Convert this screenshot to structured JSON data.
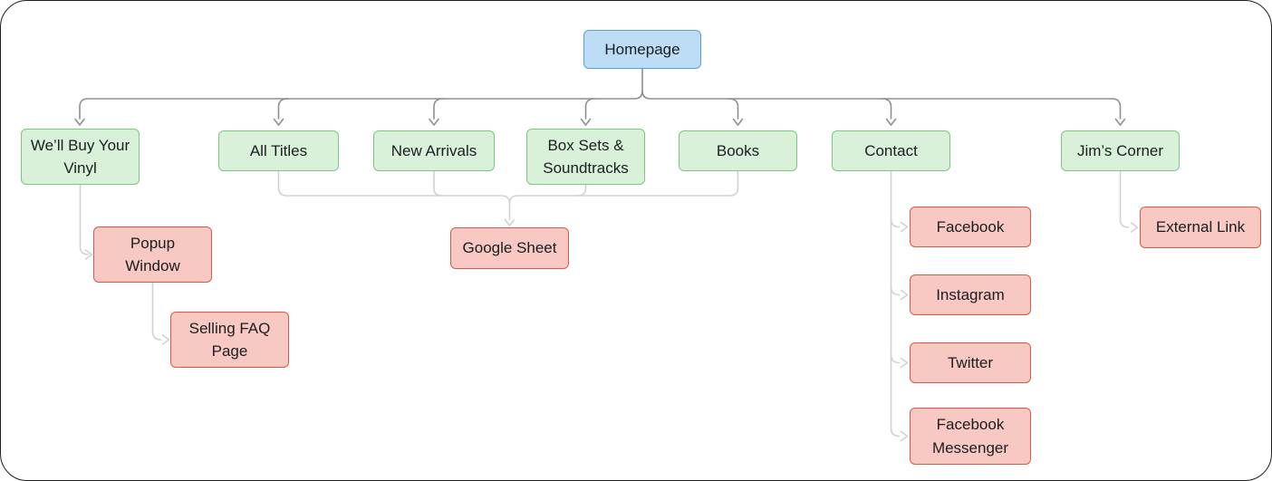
{
  "diagram": {
    "type": "sitemap-flowchart",
    "nodes": {
      "homepage": {
        "label": "Homepage",
        "kind": "root-blue"
      },
      "vinyl": {
        "label": "We’ll Buy Your Vinyl",
        "kind": "section-green"
      },
      "all_titles": {
        "label": "All Titles",
        "kind": "section-green"
      },
      "new_arrivals": {
        "label": "New Arrivals",
        "kind": "section-green"
      },
      "box_sets": {
        "label": "Box Sets & Soundtracks",
        "kind": "section-green"
      },
      "books": {
        "label": "Books",
        "kind": "section-green"
      },
      "contact": {
        "label": "Contact",
        "kind": "section-green"
      },
      "jims_corner": {
        "label": "Jim’s Corner",
        "kind": "section-green"
      },
      "popup_window": {
        "label": "Popup Window",
        "kind": "leaf-red"
      },
      "selling_faq": {
        "label": "Selling FAQ Page",
        "kind": "leaf-red"
      },
      "google_sheet": {
        "label": "Google Sheet",
        "kind": "leaf-red"
      },
      "facebook": {
        "label": "Facebook",
        "kind": "leaf-red"
      },
      "instagram": {
        "label": "Instagram",
        "kind": "leaf-red"
      },
      "twitter": {
        "label": "Twitter",
        "kind": "leaf-red"
      },
      "facebook_messenger": {
        "label": "Facebook Messenger",
        "kind": "leaf-red"
      },
      "external_link": {
        "label": "External Link",
        "kind": "leaf-red"
      }
    },
    "edges": [
      {
        "from": "homepage",
        "to": "vinyl"
      },
      {
        "from": "homepage",
        "to": "all_titles"
      },
      {
        "from": "homepage",
        "to": "new_arrivals"
      },
      {
        "from": "homepage",
        "to": "box_sets"
      },
      {
        "from": "homepage",
        "to": "books"
      },
      {
        "from": "homepage",
        "to": "contact"
      },
      {
        "from": "homepage",
        "to": "jims_corner"
      },
      {
        "from": "vinyl",
        "to": "popup_window"
      },
      {
        "from": "popup_window",
        "to": "selling_faq"
      },
      {
        "from": "all_titles",
        "to": "google_sheet"
      },
      {
        "from": "new_arrivals",
        "to": "google_sheet"
      },
      {
        "from": "box_sets",
        "to": "google_sheet"
      },
      {
        "from": "books",
        "to": "google_sheet"
      },
      {
        "from": "contact",
        "to": "facebook"
      },
      {
        "from": "contact",
        "to": "instagram"
      },
      {
        "from": "contact",
        "to": "twitter"
      },
      {
        "from": "contact",
        "to": "facebook_messenger"
      },
      {
        "from": "jims_corner",
        "to": "external_link"
      }
    ],
    "colors": {
      "homepage_fill": "#bddcf5",
      "homepage_border": "#5e9ed6",
      "section_fill": "#d9f1d8",
      "section_border": "#7dc681",
      "leaf_fill": "#f7c9c2",
      "leaf_border": "#d65b46",
      "connector_dark": "#8b9094",
      "connector_light": "#cfd2d5"
    }
  }
}
